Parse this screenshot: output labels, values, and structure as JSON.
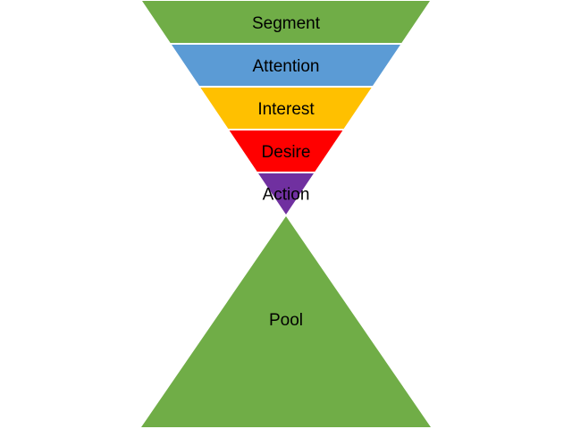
{
  "funnel": {
    "segments": [
      {
        "label": "Segment",
        "color": "#70AD47"
      },
      {
        "label": "Attention",
        "color": "#5B9BD5"
      },
      {
        "label": "Interest",
        "color": "#FFC000"
      },
      {
        "label": "Desire",
        "color": "#FF0000"
      },
      {
        "label": "Action",
        "color": "#7030A0"
      }
    ],
    "separator_color": "#FFFFFF"
  },
  "pool": {
    "label": "Pool",
    "color": "#70AD47"
  }
}
